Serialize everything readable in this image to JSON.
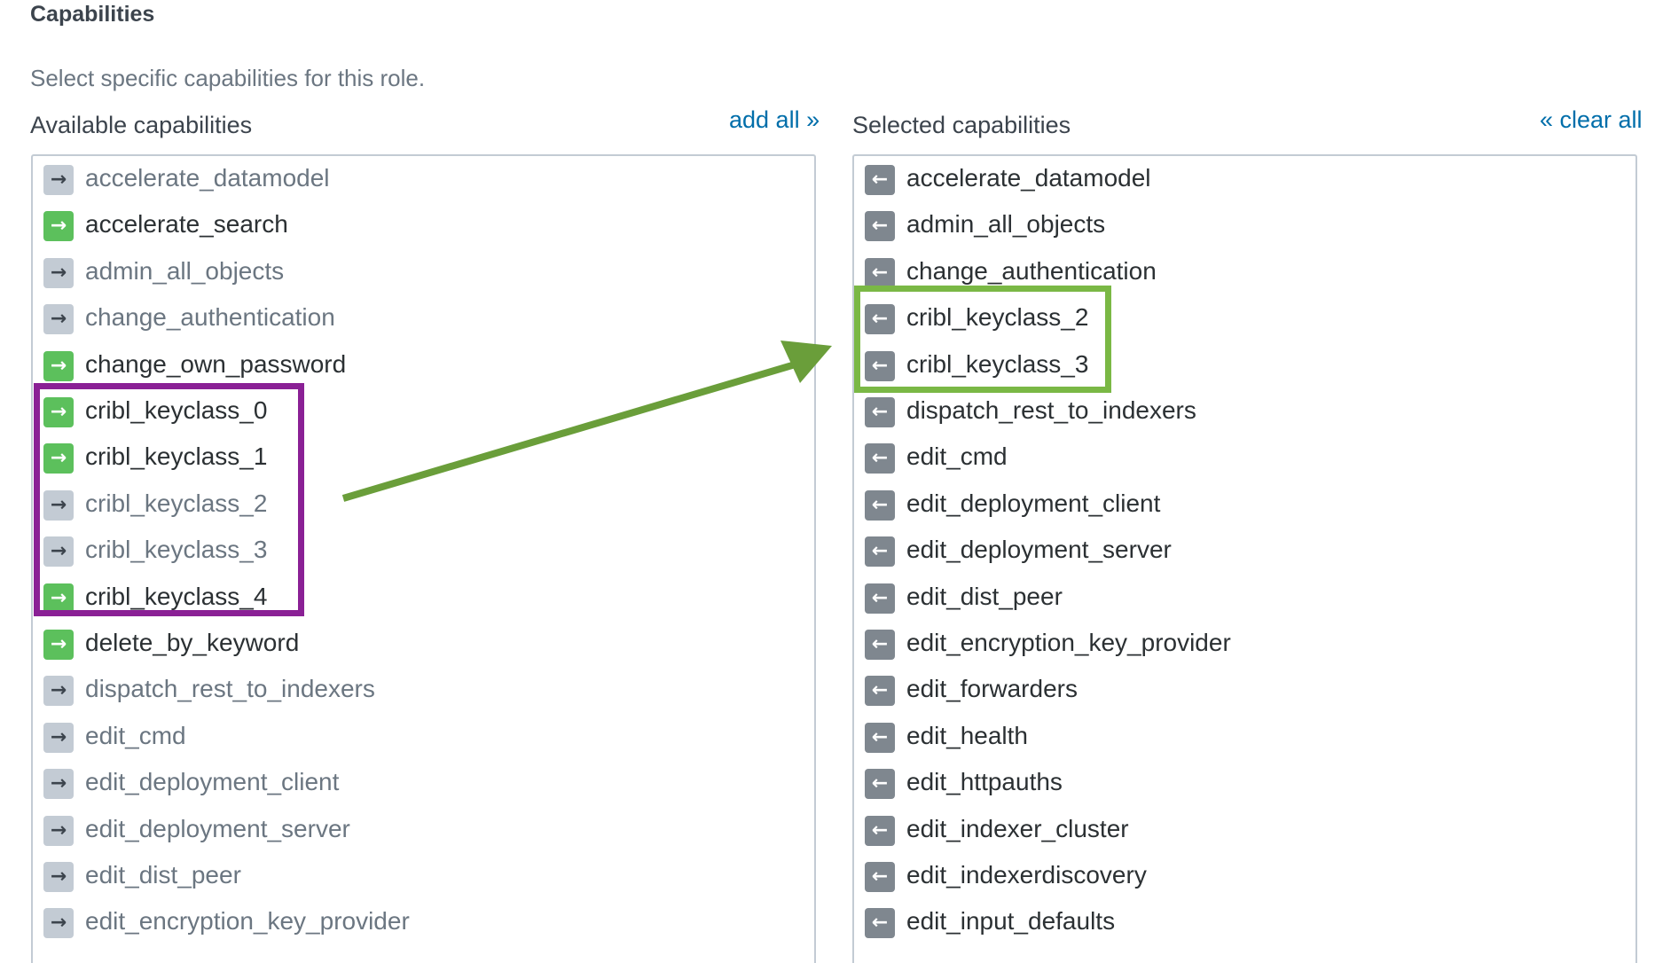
{
  "section": {
    "title": "Capabilities",
    "description": "Select specific capabilities for this role."
  },
  "available": {
    "label": "Available capabilities",
    "action": "add all »",
    "items": [
      {
        "name": "accelerate_datamodel",
        "active": false
      },
      {
        "name": "accelerate_search",
        "active": true
      },
      {
        "name": "admin_all_objects",
        "active": false
      },
      {
        "name": "change_authentication",
        "active": false
      },
      {
        "name": "change_own_password",
        "active": true
      },
      {
        "name": "cribl_keyclass_0",
        "active": true
      },
      {
        "name": "cribl_keyclass_1",
        "active": true
      },
      {
        "name": "cribl_keyclass_2",
        "active": false
      },
      {
        "name": "cribl_keyclass_3",
        "active": false
      },
      {
        "name": "cribl_keyclass_4",
        "active": true
      },
      {
        "name": "delete_by_keyword",
        "active": true
      },
      {
        "name": "dispatch_rest_to_indexers",
        "active": false
      },
      {
        "name": "edit_cmd",
        "active": false
      },
      {
        "name": "edit_deployment_client",
        "active": false
      },
      {
        "name": "edit_deployment_server",
        "active": false
      },
      {
        "name": "edit_dist_peer",
        "active": false
      },
      {
        "name": "edit_encryption_key_provider",
        "active": false
      }
    ]
  },
  "selected": {
    "label": "Selected capabilities",
    "action": "« clear all",
    "items": [
      {
        "name": "accelerate_datamodel"
      },
      {
        "name": "admin_all_objects"
      },
      {
        "name": "change_authentication"
      },
      {
        "name": "cribl_keyclass_2"
      },
      {
        "name": "cribl_keyclass_3"
      },
      {
        "name": "dispatch_rest_to_indexers"
      },
      {
        "name": "edit_cmd"
      },
      {
        "name": "edit_deployment_client"
      },
      {
        "name": "edit_deployment_server"
      },
      {
        "name": "edit_dist_peer"
      },
      {
        "name": "edit_encryption_key_provider"
      },
      {
        "name": "edit_forwarders"
      },
      {
        "name": "edit_health"
      },
      {
        "name": "edit_httpauths"
      },
      {
        "name": "edit_indexer_cluster"
      },
      {
        "name": "edit_indexerdiscovery"
      },
      {
        "name": "edit_input_defaults"
      }
    ]
  },
  "icons": {
    "add": "arrow-right-icon",
    "remove": "arrow-left-icon"
  },
  "colors": {
    "active_chip": "#5cc05c",
    "inactive_chip": "#c3cbd4",
    "selected_chip": "#7f878f",
    "link": "#006eaa",
    "annotation_purple": "#8a2095",
    "annotation_green": "#7ab845"
  }
}
